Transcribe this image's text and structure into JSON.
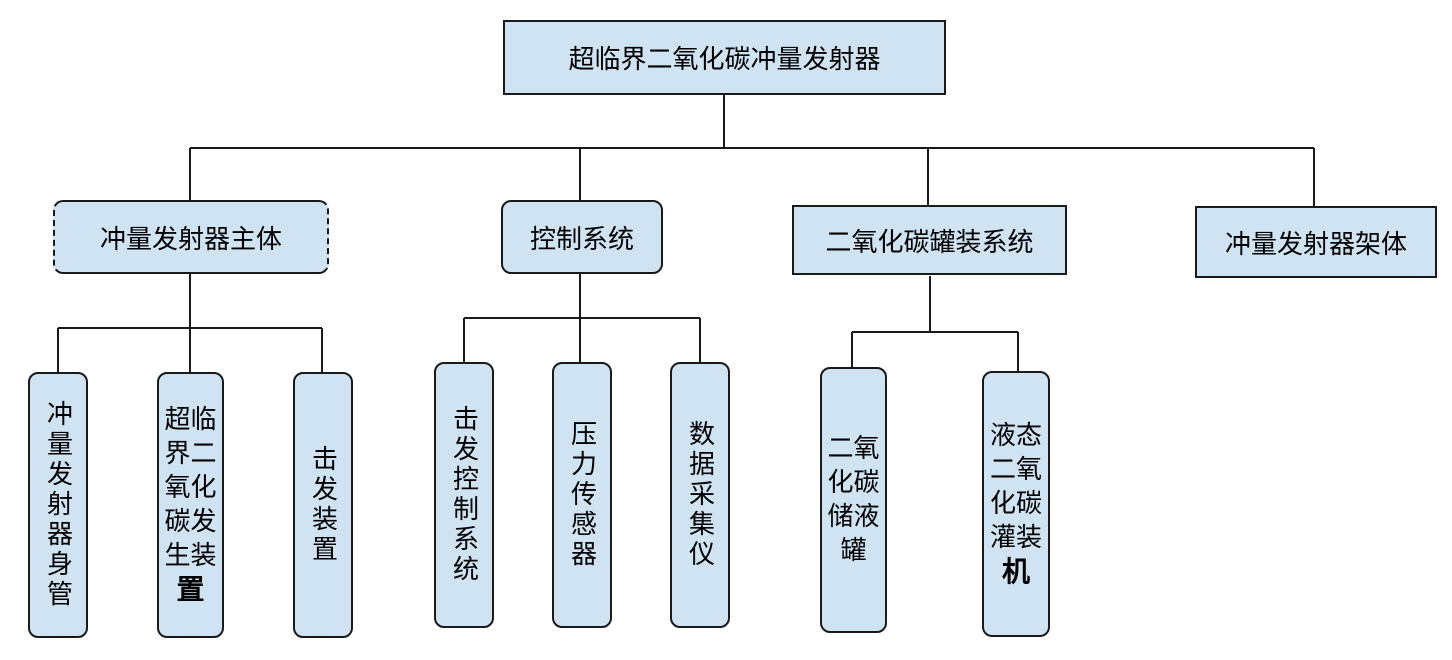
{
  "root": {
    "label": "超临界二氧化碳冲量发射器"
  },
  "level1": [
    {
      "label": "冲量发射器主体"
    },
    {
      "label": "控制系统"
    },
    {
      "label": "二氧化碳罐装系统"
    },
    {
      "label": "冲量发射器架体"
    }
  ],
  "level2": {
    "body": [
      {
        "label": "冲量发射器身管"
      },
      {
        "line1": "超临",
        "line2": "界二",
        "line3": "氧化",
        "line4": "碳发",
        "line5": "生装",
        "line6": "置"
      },
      {
        "label": "击发装置"
      }
    ],
    "control": [
      {
        "label": "击发控制系统"
      },
      {
        "label": "压力传感器"
      },
      {
        "label": "数据采集仪"
      }
    ],
    "tank": [
      {
        "line1": "二氧",
        "line2": "化碳",
        "line3": "储液",
        "line4": "罐"
      },
      {
        "line1": "液态",
        "line2": "二氧",
        "line3": "化碳",
        "line4": "灌装",
        "line5": "机"
      }
    ]
  }
}
